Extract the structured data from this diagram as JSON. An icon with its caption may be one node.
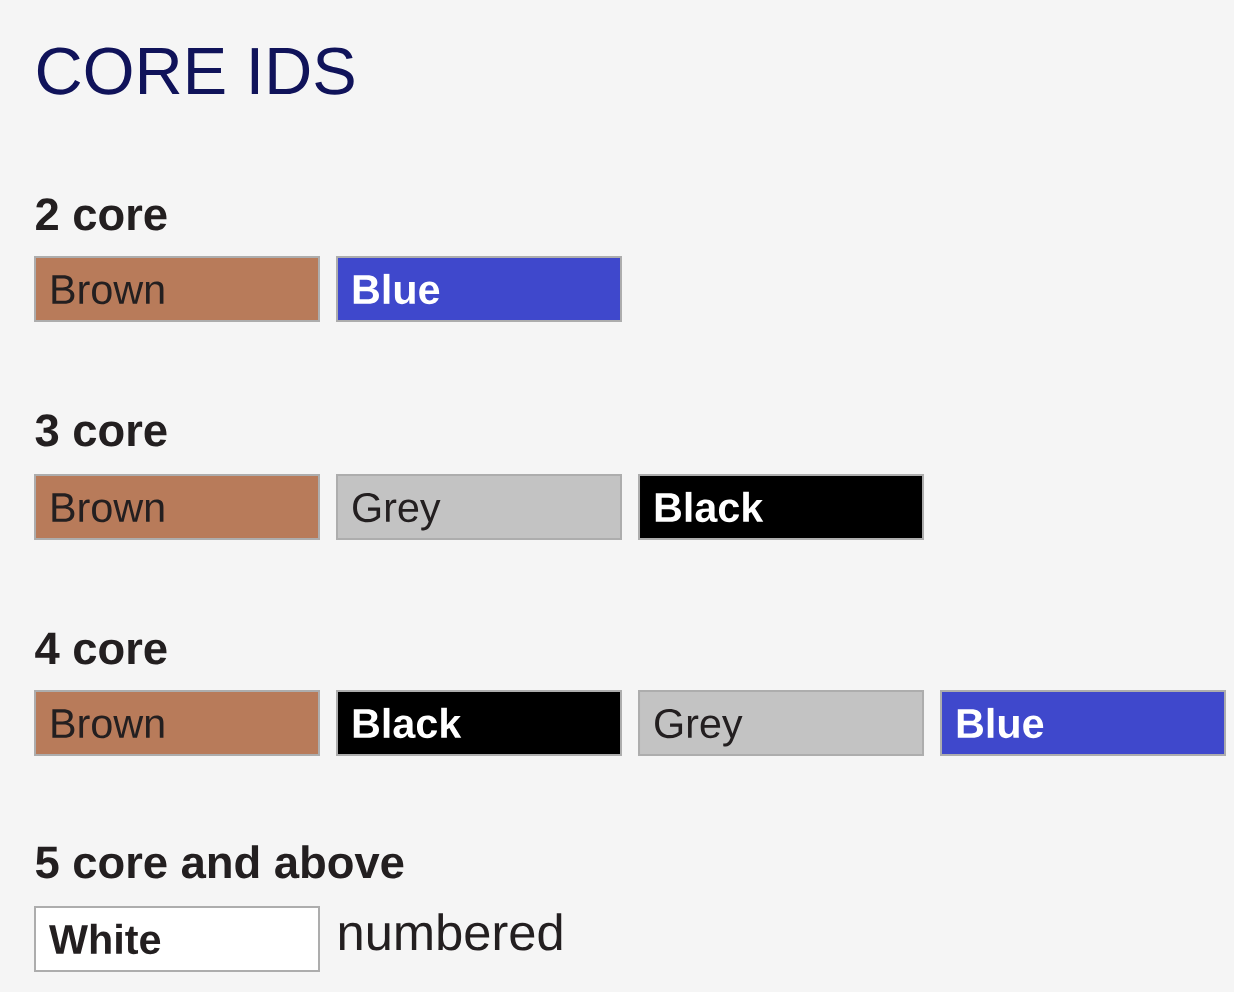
{
  "diagram": {
    "title": "CORE IDS",
    "nodes": [
      {
        "text": [
          "Brown"
        ]
      },
      {
        "text": [
          "Blue"
        ]
      },
      {
        "text": [
          "Brown"
        ]
      },
      {
        "text": [
          "Grey"
        ]
      },
      {
        "text": [
          "Black"
        ]
      },
      {
        "text": [
          "Brown"
        ]
      },
      {
        "text": [
          "Black"
        ]
      },
      {
        "text": [
          "Grey"
        ]
      },
      {
        "text": [
          "Blue"
        ]
      },
      {
        "text": [
          "White"
        ],
        "beside": [
          "numbered"
        ]
      }
    ],
    "labels": [
      "2 core",
      "3 core",
      "4 core",
      "5 core and above"
    ]
  }
}
